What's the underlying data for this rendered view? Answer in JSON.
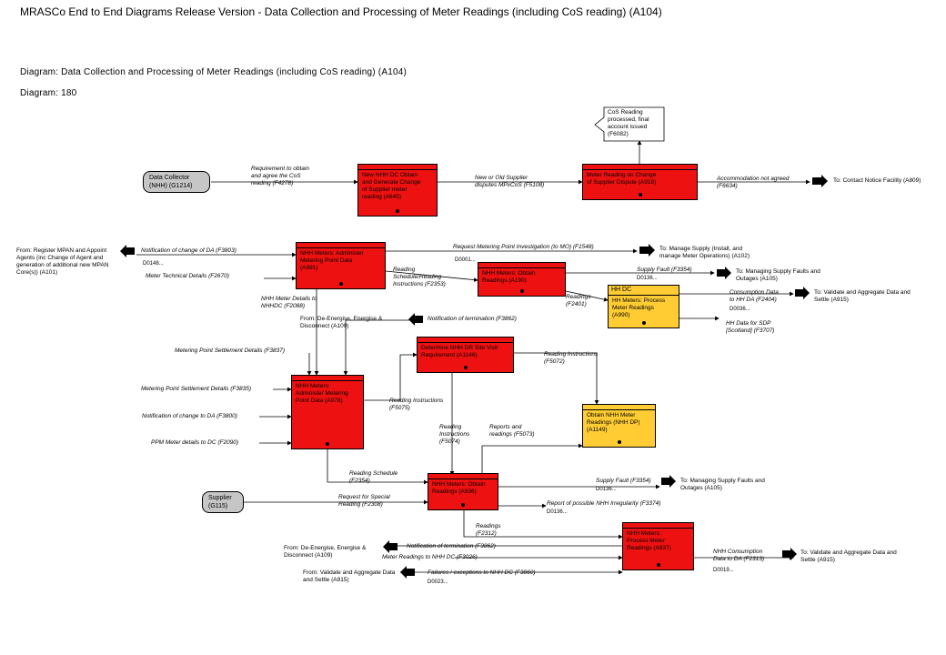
{
  "page": {
    "header": "MRASCo End to End Diagrams Release Version - Data Collection and Processing of Meter Readings (including CoS reading) (A104)",
    "diagram_title": "Diagram: Data Collection and Processing of Meter Readings (including CoS reading) (A104)",
    "diagram_number": "Diagram: 180"
  },
  "actors": {
    "data_collector": "Data Collector\n(NHH) (G1214)",
    "supplier": "Supplier\n(G115)"
  },
  "processes": {
    "a645": "New NHH DC Obtain\nand Generate Change\nof Supplier meter\nreading (A645)",
    "a918": "Meter Reading on Change\nof Supplier Dispute (A918)",
    "a991": "NHH Meters: Administer\nMetering Point Data\n(A991)",
    "a190": "NHH Meters: Obtain\nReadings (A190)",
    "a990": "HH Meters: Process\nMeter Readings\n(A990)",
    "a990_header": "HH DC",
    "a1146": "Determine NHH DR Site Visit\nRequirement (A1146)",
    "a978": "NHH Meters:\nAdminister Metering\nPoint Data (A978)",
    "a1149": "Obtain NHH Meter\nReadings (NHH DP)\n(A1149)",
    "a936": "NHH Meters: Obtain\nReadings (A936)",
    "a937": "NHH Meters:\nProcess Meter\nReadings (A937)"
  },
  "callout": "CoS Reading\nprocessed, final\naccount issued\n(F6082)",
  "flows": {
    "f4278": "Requirement to obtain\nand agree the CoS\nreading (F4278)",
    "f5108": "New or Old Supplier\ndisputes MPxCoS (F5108)",
    "f6634": "Accommodation not agreed\n(F6634)",
    "f3803": "Notification of change of DA (F3803)",
    "d0148": "D0148...",
    "f2670": "Meter Technical Details (F2670)",
    "f1548": "Request Metering Point Investigation (to MO) (F1548)",
    "d0001": "D0001...",
    "f2353": "Reading\nSchedule/Reading\nInstructions (F2353)",
    "f3354_a": "Supply Fault (F3354)",
    "d0136_a": "D0136...",
    "f2404": "Consumption Data\nto HH DA (F2404)",
    "d0036": "D0036...",
    "f2401": "Readings\n(F2401)",
    "f3707": "HH Data for SDP\n[Scotland] (F3707)",
    "f2088": "NHH Meter Details to\nNHHDC (F2088)",
    "f3862_a": "Notification of termination (F3862)",
    "f3837": "Metering Point Settlement Details (F3837)",
    "f5072": "Reading Instructions\n(F5072)",
    "f3835": "Metering Point Settlement Details (F3835)",
    "f3800": "Notification of change to DA (F3800)",
    "f5075": "Reading Instructions\n(F5075)",
    "f2090": "PPM Meter details to DC (F2090)",
    "f5074": "Reading\nInstructions\n(F5074)",
    "f5073": "Reports and\nreadings (F5073)",
    "f2354": "Reading Schedule\n(F2354)",
    "f3354_b": "Supply Fault (F3354)",
    "d0136_b": "D0136...",
    "f2308": "Request for Special\nReading (F2308)",
    "f3374": "Report of possible NHH Irregularity (F3374)",
    "d0136_c": "D0136...",
    "f2312": "Readings\n(F2312)",
    "f3862_b": "Notification of termination (F3862)",
    "f3026": "Meter Readings to NHH DC (F3026)",
    "f2313": "NHH Consumption\nData to DA (F2313)",
    "d0019": "D0019...",
    "f3860": "Failures / exceptions to NHH DC (F3860)",
    "d0023": "D0023..."
  },
  "references": {
    "to_a809": "To: Contact Notice Facility (A809)",
    "to_a102": "To: Manage Supply (Install, and\nmanage Meter Operations) (A102)",
    "to_a105_a": "To: Managing Supply Faults and\nOutages (A105)",
    "to_a915_a": "To: Validate and Aggregate Data and\nSettle (A915)",
    "from_a101": "From: Register MPAN and Appoint\nAgents (inc Change of Agent and\ngeneration of additional new MPAN\nCore(s)) (A101)",
    "from_a109_a": "From: De-Energise, Energise &\nDisconnect (A109)",
    "to_a105_b": "To: Managing Supply Faults and\nOutages (A105)",
    "from_a109_b": "From: De-Energise, Energise &\nDisconnect (A109)",
    "from_a915": "From: Validate and Aggregate Data\nand Settle (A915)",
    "to_a915_b": "To: Validate and Aggregate Data and\nSettle (A915)"
  }
}
